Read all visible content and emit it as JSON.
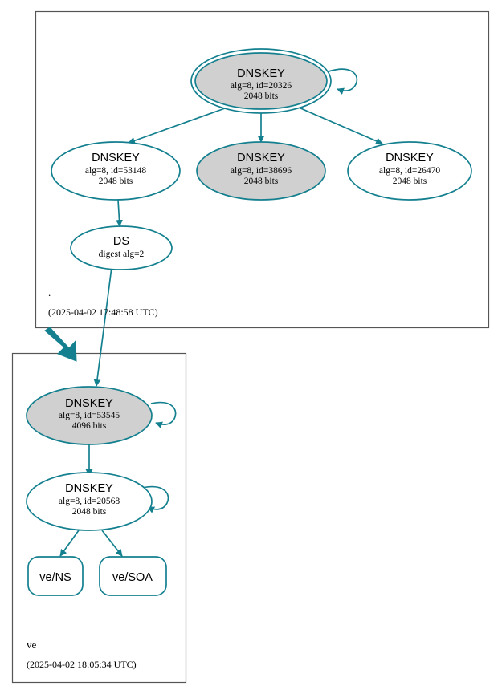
{
  "diagram": {
    "type": "dnssec-authentication-chain",
    "colors": {
      "edge": "#14808f",
      "node_stroke": "#14808f",
      "secure_fill": "#d0d0d0",
      "plain_fill": "#ffffff",
      "cluster_border": "#555555",
      "text": "#000000"
    },
    "clusters": [
      {
        "id": "cluster-root",
        "zone_label": ".",
        "timestamp": "(2025-04-02 17:48:58 UTC)",
        "nodes": [
          {
            "id": "root-ksk-20326",
            "kind": "DNSKEY",
            "title": "DNSKEY",
            "line2": "alg=8, id=20326",
            "line3": "2048 bits",
            "shape": "doubleellipse",
            "filled": true,
            "self_signed": true
          },
          {
            "id": "root-zsk-53148",
            "kind": "DNSKEY",
            "title": "DNSKEY",
            "line2": "alg=8, id=53148",
            "line3": "2048 bits",
            "shape": "ellipse",
            "filled": false,
            "self_signed": false
          },
          {
            "id": "root-zsk-38696",
            "kind": "DNSKEY",
            "title": "DNSKEY",
            "line2": "alg=8, id=38696",
            "line3": "2048 bits",
            "shape": "ellipse",
            "filled": true,
            "self_signed": false
          },
          {
            "id": "root-zsk-26470",
            "kind": "DNSKEY",
            "title": "DNSKEY",
            "line2": "alg=8, id=26470",
            "line3": "2048 bits",
            "shape": "ellipse",
            "filled": false,
            "self_signed": false
          },
          {
            "id": "root-ds-ve",
            "kind": "DS",
            "title": "DS",
            "line2": "digest alg=2",
            "line3": "",
            "shape": "ellipse",
            "filled": false,
            "self_signed": false
          }
        ]
      },
      {
        "id": "cluster-ve",
        "zone_label": "ve",
        "timestamp": "(2025-04-02 18:05:34 UTC)",
        "nodes": [
          {
            "id": "ve-ksk-53545",
            "kind": "DNSKEY",
            "title": "DNSKEY",
            "line2": "alg=8, id=53545",
            "line3": "4096 bits",
            "shape": "ellipse",
            "filled": true,
            "self_signed": true
          },
          {
            "id": "ve-zsk-20568",
            "kind": "DNSKEY",
            "title": "DNSKEY",
            "line2": "alg=8, id=20568",
            "line3": "2048 bits",
            "shape": "ellipse",
            "filled": false,
            "self_signed": true
          },
          {
            "id": "ve-ns",
            "kind": "RRset",
            "title": "ve/NS",
            "line2": "",
            "line3": "",
            "shape": "roundedbox",
            "filled": false,
            "self_signed": false
          },
          {
            "id": "ve-soa",
            "kind": "RRset",
            "title": "ve/SOA",
            "line2": "",
            "line3": "",
            "shape": "roundedbox",
            "filled": false,
            "self_signed": false
          }
        ]
      }
    ],
    "edges": [
      {
        "from": "root-ksk-20326",
        "to": "root-ksk-20326",
        "style": "self-loop"
      },
      {
        "from": "root-ksk-20326",
        "to": "root-zsk-53148",
        "style": "solid"
      },
      {
        "from": "root-ksk-20326",
        "to": "root-zsk-38696",
        "style": "solid"
      },
      {
        "from": "root-ksk-20326",
        "to": "root-zsk-26470",
        "style": "solid"
      },
      {
        "from": "root-zsk-53148",
        "to": "root-ds-ve",
        "style": "solid"
      },
      {
        "from": "root-ds-ve",
        "to": "ve-ksk-53545",
        "style": "solid"
      },
      {
        "from": "cluster-root",
        "to": "cluster-ve",
        "style": "thick-delegation"
      },
      {
        "from": "ve-ksk-53545",
        "to": "ve-ksk-53545",
        "style": "self-loop"
      },
      {
        "from": "ve-ksk-53545",
        "to": "ve-zsk-20568",
        "style": "solid"
      },
      {
        "from": "ve-zsk-20568",
        "to": "ve-zsk-20568",
        "style": "self-loop"
      },
      {
        "from": "ve-zsk-20568",
        "to": "ve-ns",
        "style": "solid"
      },
      {
        "from": "ve-zsk-20568",
        "to": "ve-soa",
        "style": "solid"
      }
    ]
  }
}
